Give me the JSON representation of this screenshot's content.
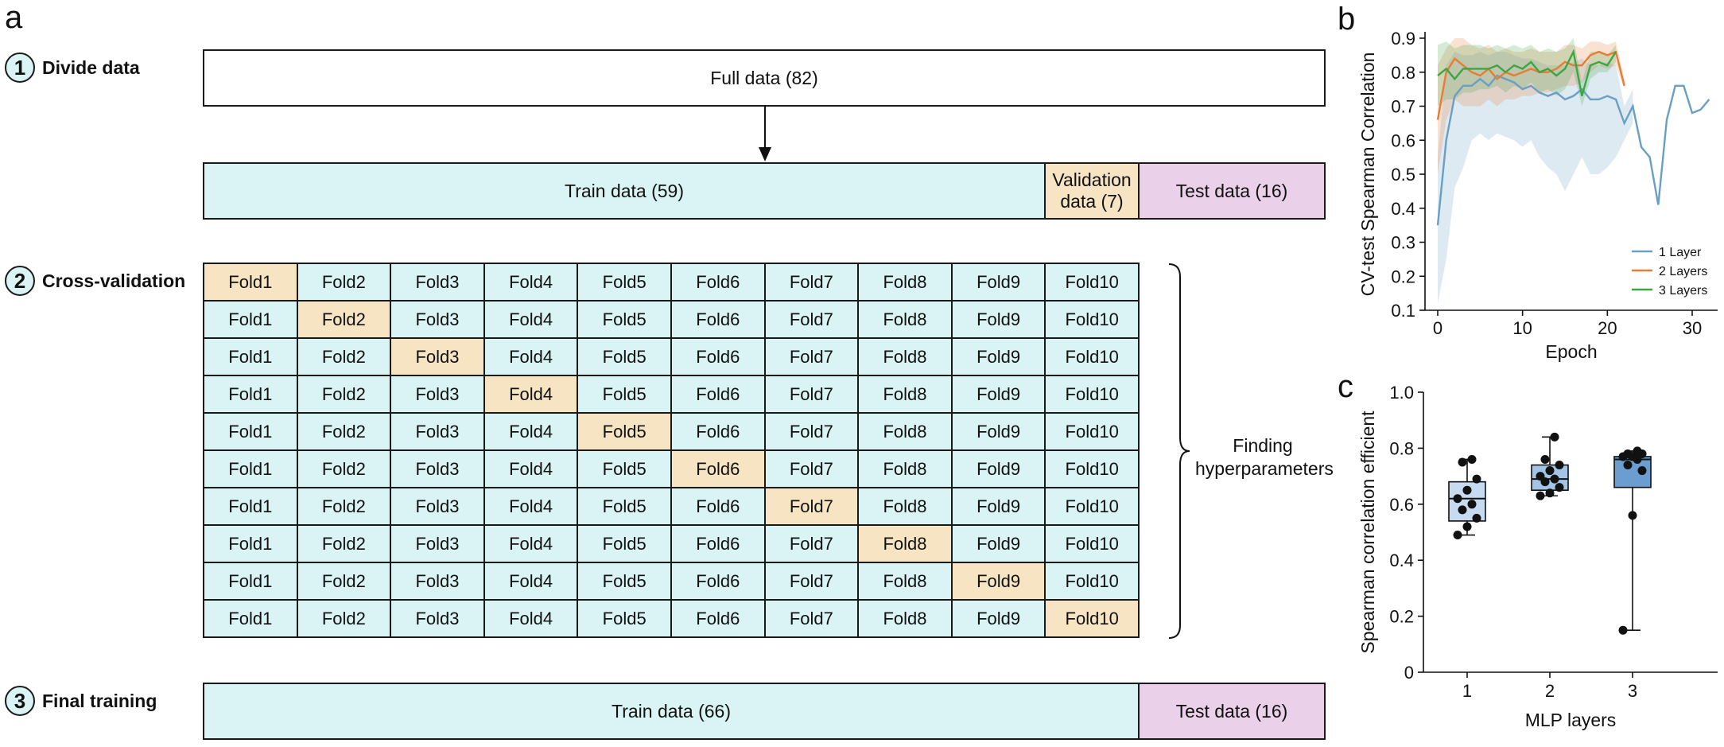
{
  "panel_a": {
    "letter": "a",
    "step1": {
      "number": "1",
      "label": "Divide data"
    },
    "step2": {
      "number": "2",
      "label": "Cross-validation"
    },
    "step3": {
      "number": "3",
      "label": "Final training"
    },
    "full_data": "Full data (82)",
    "split": {
      "train": "Train data (59)",
      "validation_line1": "Validation",
      "validation_line2": "data (7)",
      "test": "Test data (16)"
    },
    "folds": [
      "Fold1",
      "Fold2",
      "Fold3",
      "Fold4",
      "Fold5",
      "Fold6",
      "Fold7",
      "Fold8",
      "Fold9",
      "Fold10"
    ],
    "bracket_label_line1": "Finding",
    "bracket_label_line2": "hyperparameters",
    "final": {
      "train": "Train data (66)",
      "test": "Test data (16)"
    },
    "colors": {
      "train": "#daf3f5",
      "validation": "#f6e4c3",
      "test": "#ead0e8"
    }
  },
  "chart_data": [
    {
      "panel": "b",
      "type": "line",
      "xlabel": "Epoch",
      "ylabel": "CV-test Spearman Correlation",
      "xlim": [
        -1.5,
        33
      ],
      "ylim": [
        0.1,
        0.9
      ],
      "xticks": [
        0,
        10,
        20,
        30
      ],
      "yticks": [
        0.1,
        0.2,
        0.3,
        0.4,
        0.5,
        0.6,
        0.7,
        0.8,
        0.9
      ],
      "legend_position": "bottom-right",
      "series": [
        {
          "name": "1 Layer",
          "color": "#6a9fc4",
          "x": [
            0,
            1,
            2,
            3,
            4,
            5,
            6,
            7,
            8,
            9,
            10,
            11,
            12,
            13,
            14,
            15,
            16,
            17,
            18,
            19,
            20,
            21,
            22,
            23,
            24,
            25,
            26,
            27,
            28,
            29,
            30,
            31,
            32
          ],
          "y": [
            0.35,
            0.6,
            0.73,
            0.76,
            0.76,
            0.78,
            0.76,
            0.79,
            0.78,
            0.77,
            0.75,
            0.76,
            0.74,
            0.73,
            0.74,
            0.72,
            0.73,
            0.75,
            0.72,
            0.72,
            0.73,
            0.72,
            0.65,
            0.7,
            0.58,
            0.55,
            0.41,
            0.66,
            0.76,
            0.76,
            0.68,
            0.69,
            0.72
          ],
          "band_low": [
            0.12,
            0.25,
            0.46,
            0.52,
            0.6,
            0.62,
            0.6,
            0.62,
            0.61,
            0.6,
            0.58,
            0.6,
            0.55,
            0.52,
            0.5,
            0.45,
            0.5,
            0.55,
            0.5,
            0.5,
            0.52,
            0.55,
            0.6,
            0.65
          ],
          "band_high": [
            0.55,
            0.82,
            0.86,
            0.85,
            0.85,
            0.86,
            0.85,
            0.86,
            0.86,
            0.85,
            0.84,
            0.84,
            0.83,
            0.82,
            0.82,
            0.82,
            0.83,
            0.84,
            0.82,
            0.82,
            0.83,
            0.82,
            0.7,
            0.75
          ]
        },
        {
          "name": "2 Layers",
          "color": "#e87c36",
          "x": [
            0,
            1,
            2,
            3,
            4,
            5,
            6,
            7,
            8,
            9,
            10,
            11,
            12,
            13,
            14,
            15,
            16,
            17,
            18,
            19,
            20,
            21,
            22
          ],
          "y": [
            0.66,
            0.8,
            0.84,
            0.82,
            0.8,
            0.79,
            0.81,
            0.78,
            0.8,
            0.79,
            0.8,
            0.81,
            0.8,
            0.8,
            0.81,
            0.83,
            0.82,
            0.82,
            0.85,
            0.86,
            0.85,
            0.86,
            0.76
          ],
          "band_low": [
            0.5,
            0.66,
            0.72,
            0.7,
            0.7,
            0.7,
            0.72,
            0.7,
            0.72,
            0.72,
            0.73,
            0.73,
            0.74,
            0.74,
            0.75,
            0.76,
            0.76,
            0.77,
            0.8,
            0.82,
            0.81,
            0.82,
            0.75
          ],
          "band_high": [
            0.82,
            0.87,
            0.9,
            0.9,
            0.88,
            0.87,
            0.88,
            0.86,
            0.87,
            0.86,
            0.86,
            0.87,
            0.86,
            0.86,
            0.86,
            0.88,
            0.88,
            0.87,
            0.89,
            0.89,
            0.88,
            0.89,
            0.78
          ]
        },
        {
          "name": "3 Layers",
          "color": "#3ea545",
          "x": [
            0,
            1,
            2,
            3,
            4,
            5,
            6,
            7,
            8,
            9,
            10,
            11,
            12,
            13,
            14,
            15,
            16,
            17,
            18,
            19,
            20,
            21
          ],
          "y": [
            0.79,
            0.81,
            0.78,
            0.81,
            0.81,
            0.81,
            0.81,
            0.82,
            0.8,
            0.82,
            0.81,
            0.83,
            0.8,
            0.81,
            0.79,
            0.81,
            0.86,
            0.73,
            0.82,
            0.83,
            0.82,
            0.86
          ],
          "band_low": [
            0.7,
            0.72,
            0.72,
            0.74,
            0.74,
            0.75,
            0.75,
            0.76,
            0.74,
            0.76,
            0.75,
            0.77,
            0.74,
            0.75,
            0.73,
            0.75,
            0.8,
            0.7,
            0.78,
            0.8,
            0.8,
            0.83
          ],
          "band_high": [
            0.88,
            0.89,
            0.87,
            0.88,
            0.88,
            0.88,
            0.87,
            0.88,
            0.87,
            0.88,
            0.87,
            0.88,
            0.86,
            0.87,
            0.86,
            0.87,
            0.9,
            0.77,
            0.86,
            0.86,
            0.85,
            0.88
          ]
        }
      ]
    },
    {
      "panel": "c",
      "type": "box",
      "xlabel": "MLP layers",
      "ylabel": "Spearman correlation efficient",
      "categories": [
        "1",
        "2",
        "3"
      ],
      "ylim": [
        0,
        1.0
      ],
      "yticks": [
        0,
        0.2,
        0.4,
        0.6,
        0.8,
        1.0
      ],
      "box_colors": [
        "#c6daf0",
        "#a3c4e4",
        "#6b9dd0"
      ],
      "boxes": [
        {
          "min": 0.49,
          "q1": 0.54,
          "median": 0.62,
          "q3": 0.68,
          "max": 0.76,
          "points": [
            0.49,
            0.52,
            0.55,
            0.58,
            0.6,
            0.62,
            0.65,
            0.69,
            0.75,
            0.76
          ]
        },
        {
          "min": 0.63,
          "q1": 0.65,
          "median": 0.69,
          "q3": 0.74,
          "max": 0.84,
          "points": [
            0.63,
            0.64,
            0.66,
            0.68,
            0.69,
            0.7,
            0.72,
            0.74,
            0.76,
            0.84
          ]
        },
        {
          "min": 0.15,
          "q1": 0.66,
          "median": 0.76,
          "q3": 0.77,
          "max": 0.79,
          "points": [
            0.15,
            0.56,
            0.72,
            0.74,
            0.76,
            0.77,
            0.77,
            0.78,
            0.78,
            0.79
          ]
        }
      ]
    }
  ]
}
